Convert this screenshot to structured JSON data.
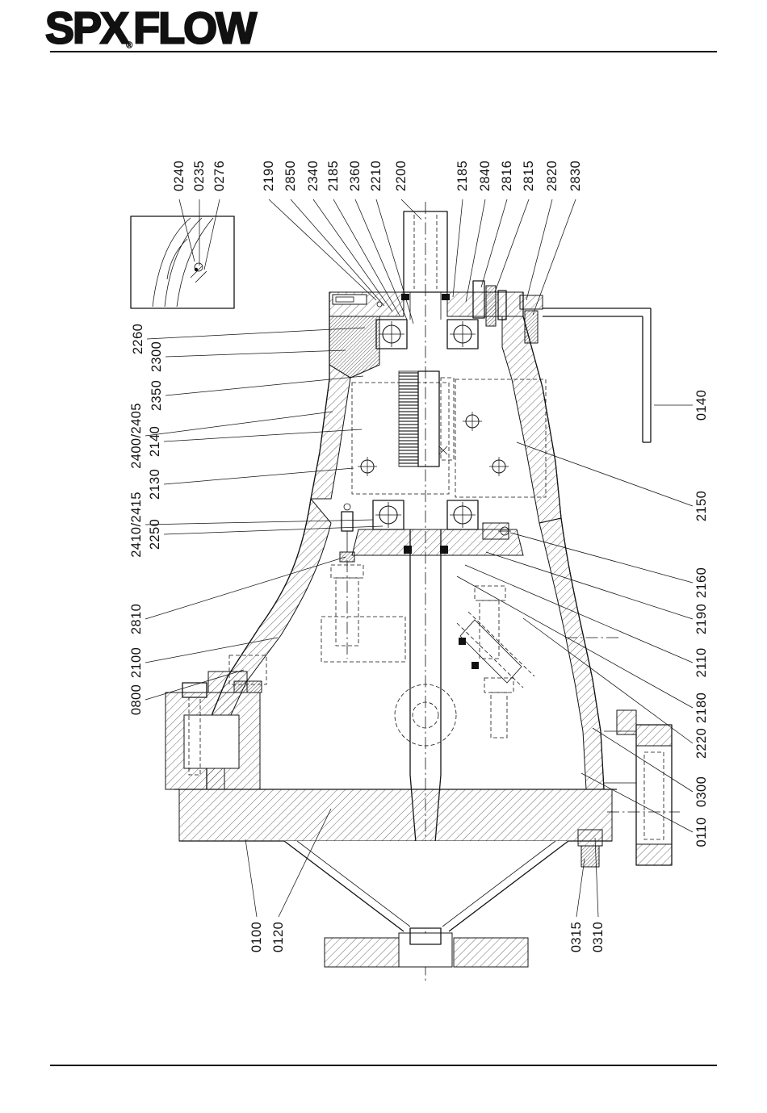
{
  "header": {
    "logo_left": "SPX",
    "registered": "®",
    "logo_right": "FLOW"
  },
  "diagram_type": "pump sectional drawing with part callouts",
  "labels": {
    "top": [
      "0240",
      "0235",
      "0276",
      "2190",
      "2850",
      "2340",
      "2185",
      "2360",
      "2210",
      "2200",
      "2185",
      "2840",
      "2816",
      "2815",
      "2820",
      "2830"
    ],
    "left": [
      "2260",
      "2300",
      "2350",
      "2400/2405",
      "2140",
      "2130",
      "2410/2415",
      "2250",
      "2810",
      "2100",
      "0800"
    ],
    "right": [
      "0140",
      "2150",
      "2160",
      "2190",
      "2110",
      "2180",
      "2220",
      "0300",
      "0110"
    ],
    "bottom": [
      "0100",
      "0120",
      "0315",
      "0310"
    ]
  },
  "colors": {
    "ink": "#141414",
    "background": "#ffffff"
  }
}
